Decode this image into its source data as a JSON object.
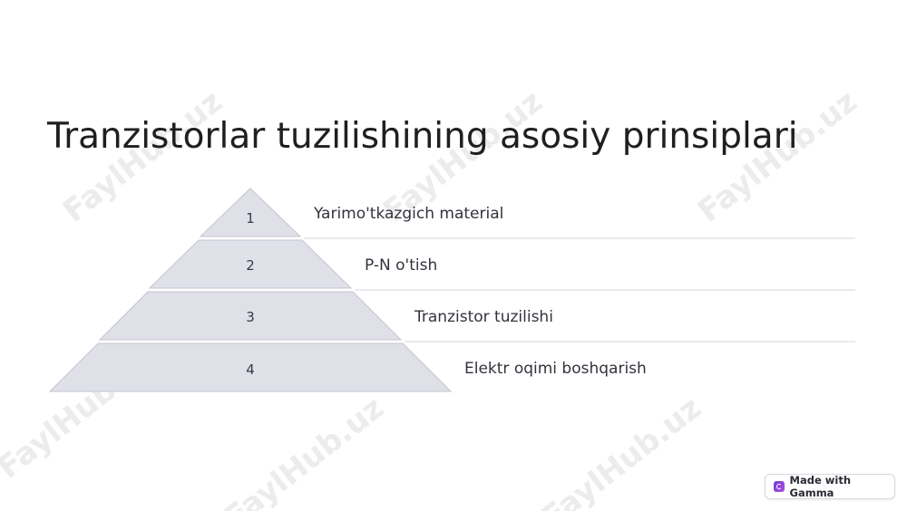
{
  "slide": {
    "title": "Tranzistorlar tuzilishining asosiy prinsiplari"
  },
  "pyramid": {
    "tiers": [
      {
        "number": "1",
        "label": "Yarimo'tkazgich material"
      },
      {
        "number": "2",
        "label": "P-N o'tish"
      },
      {
        "number": "3",
        "label": "Tranzistor tuzilishi"
      },
      {
        "number": "4",
        "label": "Elektr oqimi boshqarish"
      }
    ]
  },
  "watermark": {
    "text": "FaylHub.uz"
  },
  "badge": {
    "label": "Made with Gamma",
    "icon": "gamma-logo-icon"
  },
  "colors": {
    "tier_fill": "#dfe0e8",
    "title": "#1f1f1f",
    "badge_accent": "#7b3fe4"
  }
}
